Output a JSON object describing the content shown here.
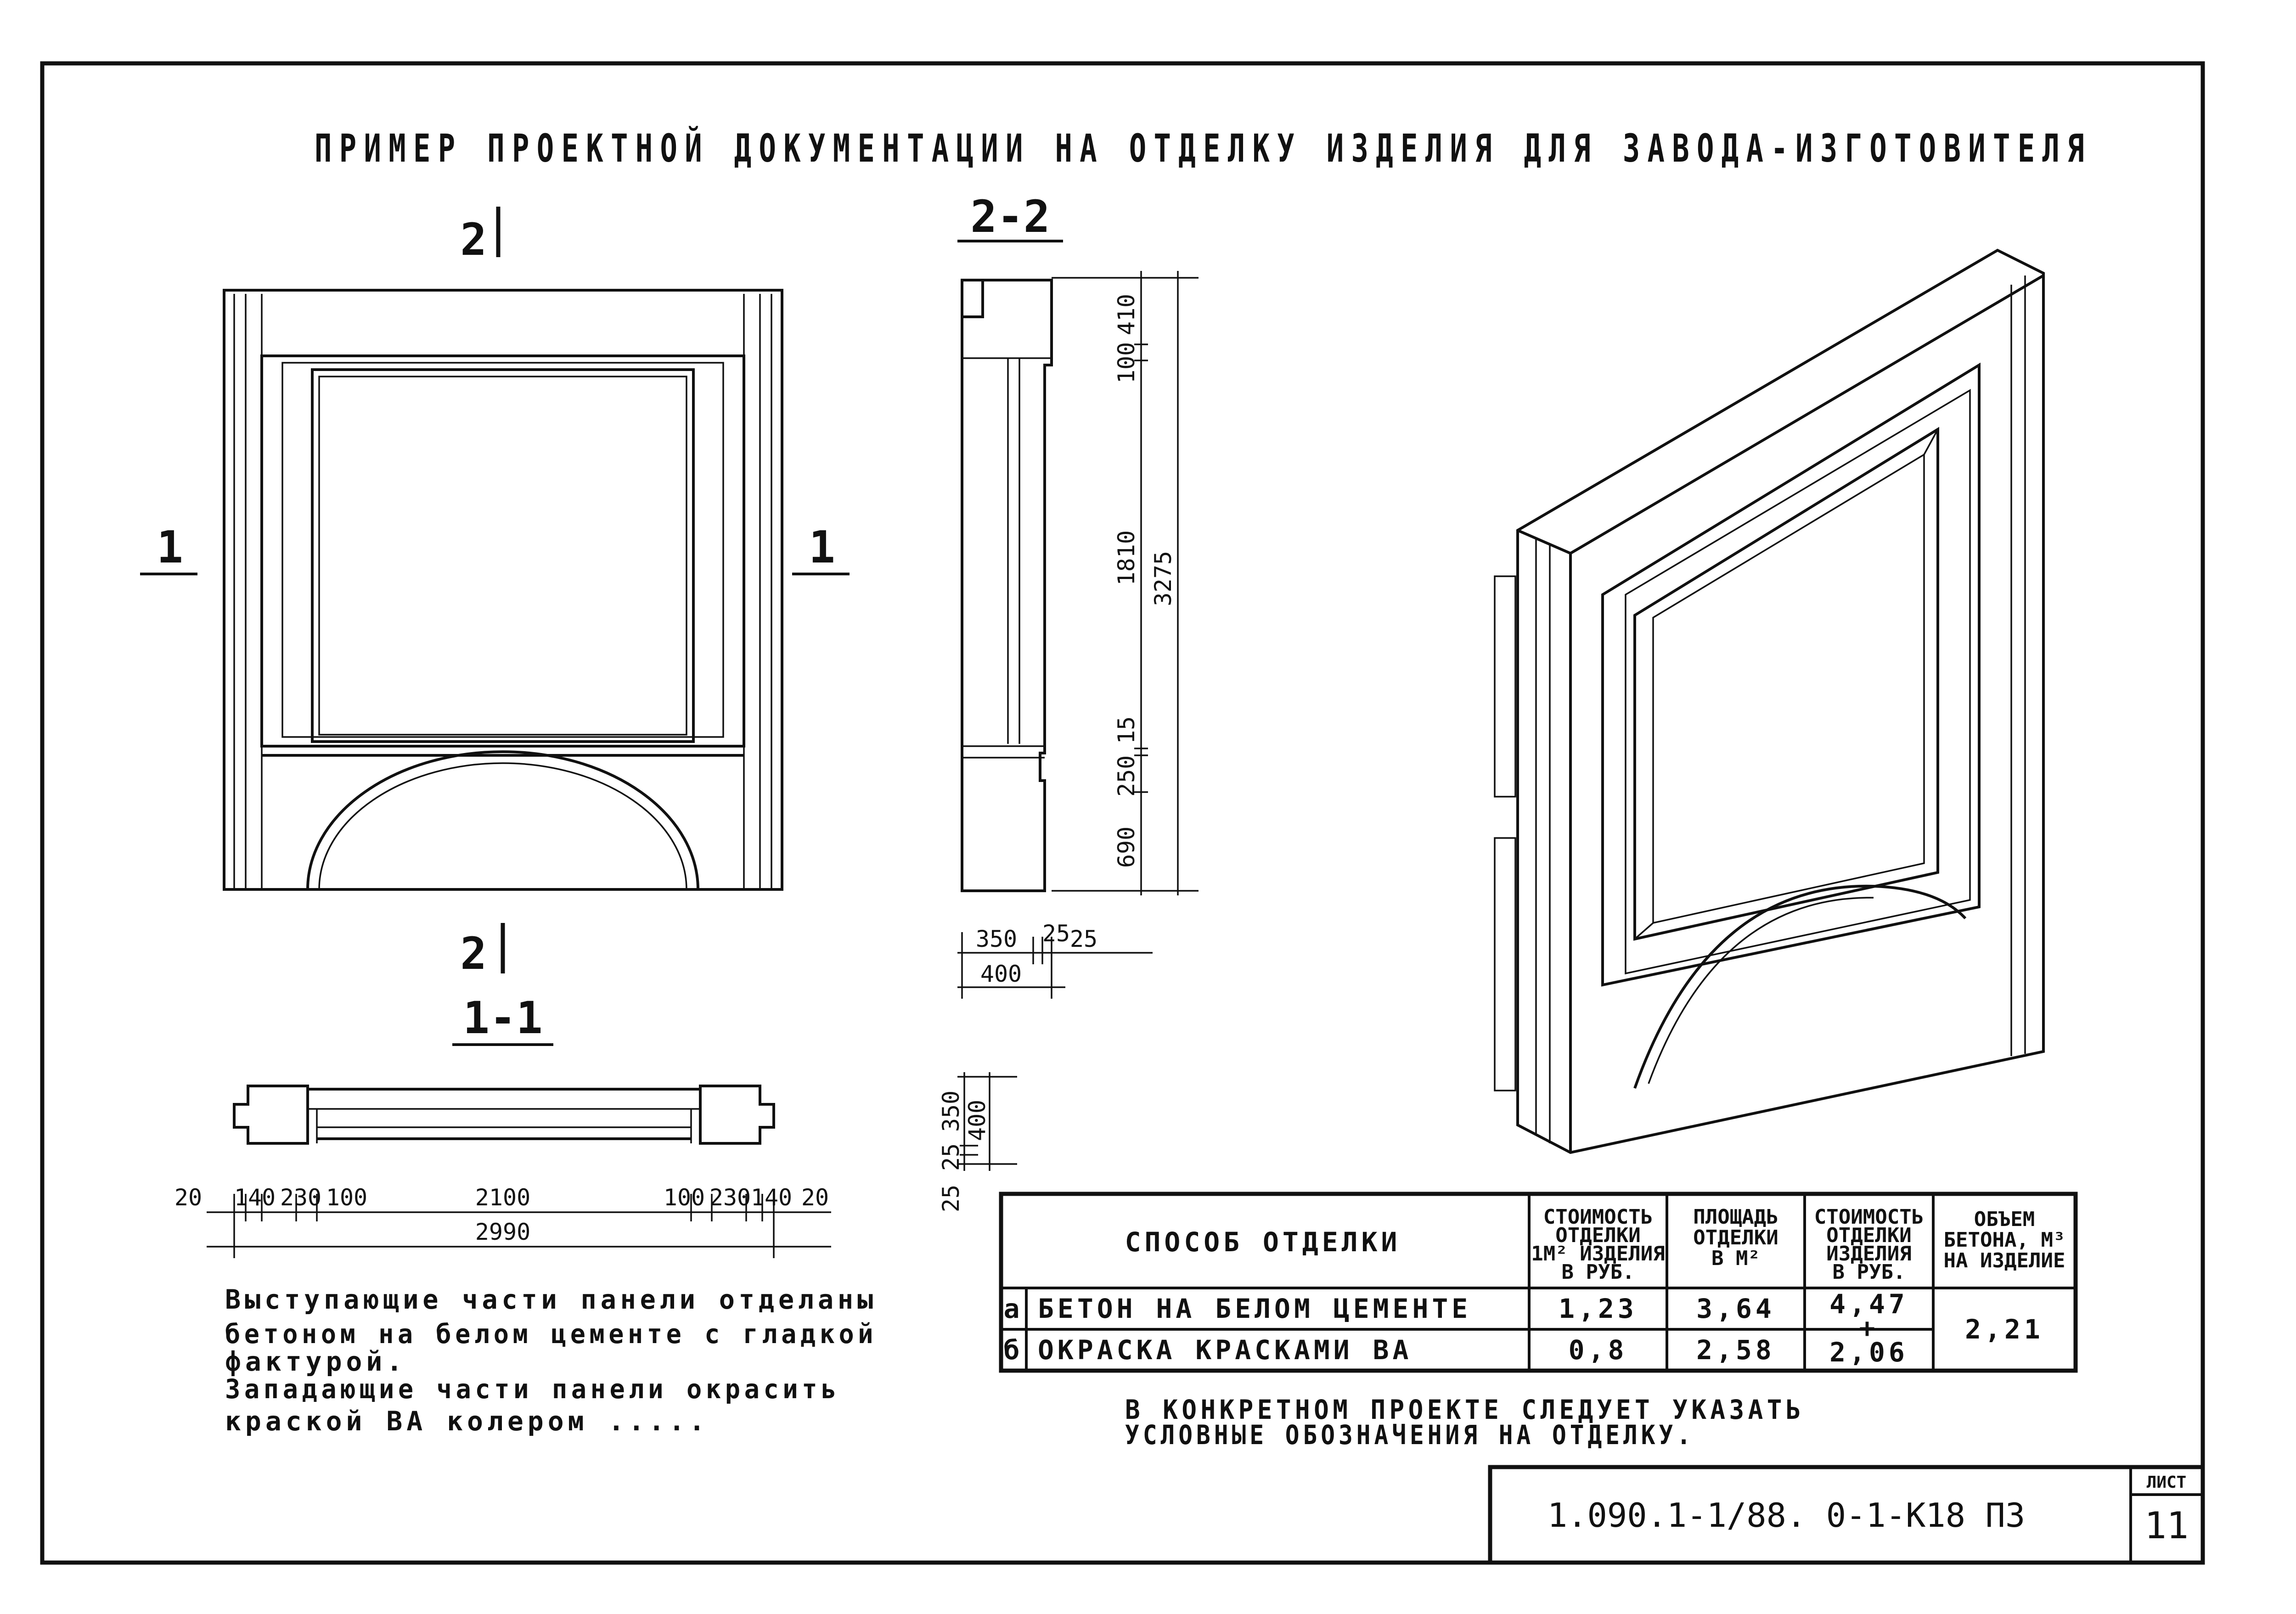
{
  "title": "ПРИМЕР ПРОЕКТНОЙ ДОКУМЕНТАЦИИ НА ОТДЕЛКУ ИЗДЕЛИЯ ДЛЯ ЗАВОДА-ИЗГОТОВИТЕЛЯ",
  "labels": {
    "section_2_top": "2",
    "section_2_bottom": "2",
    "section_1_left": "1",
    "section_1_right": "1",
    "section_2_2": "2-2",
    "section_1_1": "1-1"
  },
  "dims_2_2": {
    "v_410": "410",
    "v_100": "100",
    "v_1810": "1810",
    "v_3275": "3275",
    "v_15": "15",
    "v_250": "250",
    "v_690": "690",
    "h_350": "350",
    "h_25a": "25",
    "h_25b": "25",
    "h_400": "400"
  },
  "dims_small": {
    "v_350": "350",
    "v_400": "400",
    "v_25a": "25",
    "v_25b": "25"
  },
  "dims_1_1": {
    "d20a": "20",
    "d140a": "140",
    "d230a": "230",
    "d100a": "100",
    "d2100": "2100",
    "d100b": "100",
    "d230b": "230",
    "d140b": "140",
    "d20b": "20",
    "d2990": "2990"
  },
  "finish_note": [
    "Выступающие части панели отделаны",
    "бетоном на белом цементе с гладкой",
    "фактурой.",
    "Западающие части панели окрасить",
    "краской ВА колером ....."
  ],
  "table": {
    "headers": {
      "method": "СПОСОБ ОТДЕЛКИ",
      "cost_per_m2": [
        "СТОИМОСТЬ",
        "ОТДЕЛКИ",
        "1М² ИЗДЕЛИЯ",
        "В РУБ."
      ],
      "area": [
        "ПЛОЩАДЬ",
        "ОТДЕЛКИ",
        "В М²"
      ],
      "cost_item": [
        "СТОИМОСТЬ",
        "ОТДЕЛКИ",
        "ИЗДЕЛИЯ",
        "В РУБ."
      ],
      "volume": [
        "ОБЪЕМ",
        "БЕТОНА, М³",
        "НА ИЗДЕЛИЕ"
      ]
    },
    "rows": [
      {
        "letter": "а",
        "method": "БЕТОН НА БЕЛОМ ЦЕМЕНТЕ",
        "cost_per_m2": "1,23",
        "area": "3,64",
        "cost_item": "4,47"
      },
      {
        "letter": "б",
        "method": "ОКРАСКА КРАСКАМИ ВА",
        "cost_per_m2": "0,8",
        "area": "2,58",
        "cost_item": "2,06"
      }
    ],
    "plus_sign": "+",
    "volume_total": "2,21"
  },
  "footnote": [
    "В КОНКРЕТНОМ ПРОЕКТЕ СЛЕДУЕТ УКАЗАТЬ",
    "УСЛОВНЫЕ ОБОЗНАЧЕНИЯ НА ОТДЕЛКУ."
  ],
  "stamp": {
    "code": "1.090.1-1/88. 0-1-К18 ПЗ",
    "sheet_label": "ЛИСТ",
    "sheet_number": "11"
  }
}
